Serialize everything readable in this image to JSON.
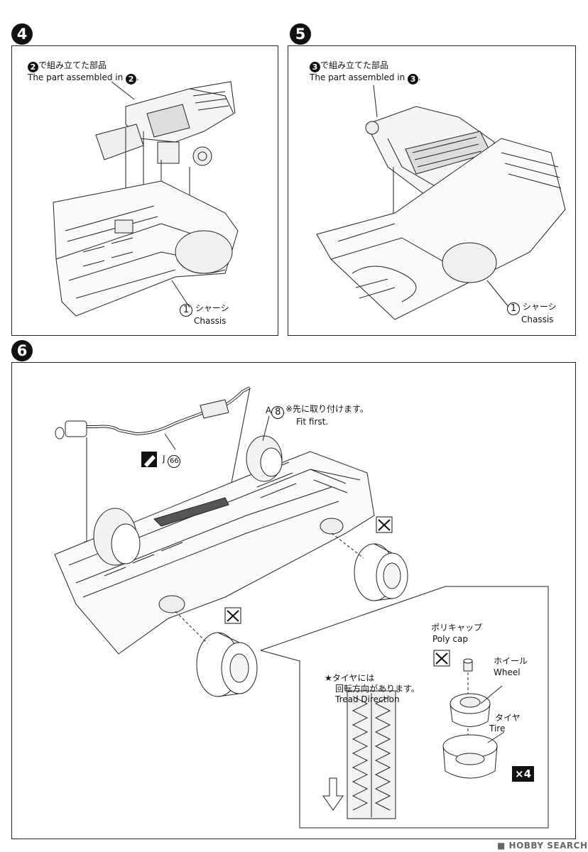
{
  "steps": {
    "step4": {
      "number": "4",
      "ref_jp_suffix": "で組み立てた部品",
      "ref_en_prefix": "The part assembled in ",
      "ref_step": "2",
      "part_num": "1",
      "part_jp": "シャーシ",
      "part_en": "Chassis"
    },
    "step5": {
      "number": "5",
      "ref_jp_suffix": "で組み立てた部品",
      "ref_en_prefix": "The part assembled in ",
      "ref_step": "3",
      "part_num": "1",
      "part_jp": "シャーシ",
      "part_en": "Chassis"
    },
    "step6": {
      "number": "6",
      "part_a_letter": "A",
      "part_a_num": "8",
      "fit_first_jp": "※先に取り付けます。",
      "fit_first_en": "Fit first.",
      "part_j_letter": "J",
      "part_j_num": "66",
      "poly_cap_jp": "ポリキャップ",
      "poly_cap_en": "Poly cap",
      "wheel_jp": "ホイール",
      "wheel_en": "Wheel",
      "tire_jp": "タイヤ",
      "tire_en": "Tire",
      "tread_line1": "★タイヤには",
      "tread_line2": "回転方向があります。",
      "tread_en": "Tread Direction",
      "quantity": "×4"
    }
  },
  "watermark": "HOBBY SEARCH",
  "icons": [
    "no-glue-icon",
    "glue-icon",
    "direction-arrow-icon"
  ]
}
